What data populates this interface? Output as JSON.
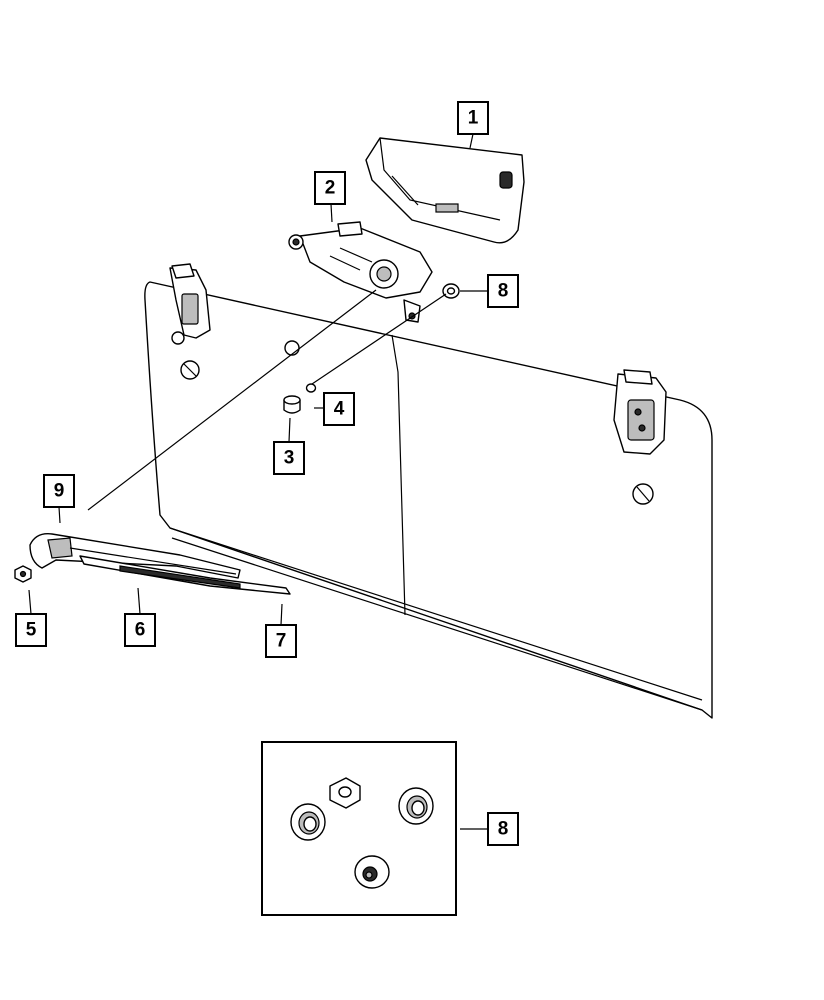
{
  "colors": {
    "line": "#000000",
    "background": "#ffffff",
    "shade": "#2a2a2a"
  },
  "callouts": [
    {
      "id": "c1",
      "label": "1"
    },
    {
      "id": "c2",
      "label": "2"
    },
    {
      "id": "c8a",
      "label": "8"
    },
    {
      "id": "c4",
      "label": "4"
    },
    {
      "id": "c3",
      "label": "3"
    },
    {
      "id": "c9",
      "label": "9"
    },
    {
      "id": "c5",
      "label": "5"
    },
    {
      "id": "c6",
      "label": "6"
    },
    {
      "id": "c7",
      "label": "7"
    },
    {
      "id": "c8b",
      "label": "8"
    }
  ]
}
